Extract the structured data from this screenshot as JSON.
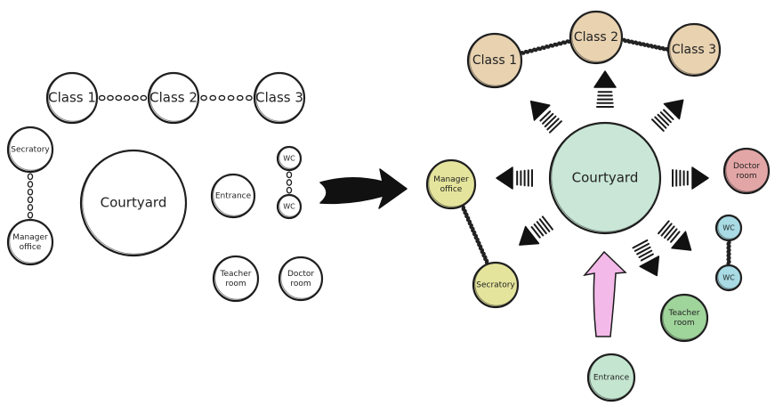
{
  "before": {
    "nodes": [
      {
        "key": "class1",
        "label": "Class 1"
      },
      {
        "key": "class2",
        "label": "Class 2"
      },
      {
        "key": "class3",
        "label": "Class 3"
      },
      {
        "key": "secratory",
        "label": "Secratory"
      },
      {
        "key": "manager",
        "label": [
          "Manager",
          "office"
        ]
      },
      {
        "key": "courtyard",
        "label": "Courtyard"
      },
      {
        "key": "entrance",
        "label": "Entrance"
      },
      {
        "key": "wc1",
        "label": "WC"
      },
      {
        "key": "wc2",
        "label": "WC"
      },
      {
        "key": "teacher",
        "label": [
          "Teacher",
          "room"
        ]
      },
      {
        "key": "doctor",
        "label": [
          "Doctor",
          "room"
        ]
      }
    ]
  },
  "after": {
    "nodes": [
      {
        "key": "class1",
        "label": "Class 1",
        "color": "#e8d2b0"
      },
      {
        "key": "class2",
        "label": "Class 2",
        "color": "#e8d2b0"
      },
      {
        "key": "class3",
        "label": "Class 3",
        "color": "#e8d2b0"
      },
      {
        "key": "courtyard",
        "label": "Courtyard",
        "color": "#c9e6d6"
      },
      {
        "key": "manager",
        "label": [
          "Manager",
          "office"
        ],
        "color": "#e4e49c"
      },
      {
        "key": "secratory",
        "label": "Secratory",
        "color": "#e4e49c"
      },
      {
        "key": "doctor",
        "label": [
          "Doctor",
          "room"
        ],
        "color": "#e3a6a6"
      },
      {
        "key": "wc1",
        "label": "WC",
        "color": "#a8dbe4"
      },
      {
        "key": "wc2",
        "label": "WC",
        "color": "#a8dbe4"
      },
      {
        "key": "teacher",
        "label": [
          "Teacher",
          "room"
        ],
        "color": "#9fd49b"
      },
      {
        "key": "entrance",
        "label": "Entrance",
        "color": "#c4e6d0"
      }
    ],
    "entrance_arrow_color": "#f3b9e8"
  }
}
